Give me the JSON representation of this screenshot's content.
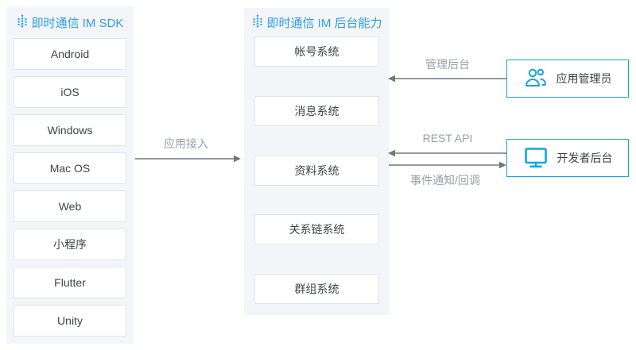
{
  "diagram": {
    "sdk_panel": {
      "title": "即时通信 IM SDK",
      "items": [
        "Android",
        "iOS",
        "Windows",
        "Mac OS",
        "Web",
        "小程序",
        "Flutter",
        "Unity"
      ]
    },
    "backend_panel": {
      "title": "即时通信 IM 后台能力",
      "items": [
        "帐号系统",
        "消息系统",
        "资料系统",
        "关系链系统",
        "群组系统"
      ]
    },
    "actors": {
      "admin": {
        "label": "应用管理员",
        "icon": "users-icon"
      },
      "developer": {
        "label": "开发者后台",
        "icon": "monitor-icon"
      }
    },
    "arrows": {
      "app_access": {
        "label": "应用接入",
        "direction": "left-to-right"
      },
      "admin_console": {
        "label": "管理后台",
        "direction": "right-to-left"
      },
      "rest_api": {
        "label": "REST API",
        "direction": "right-to-left"
      },
      "event_callback": {
        "label": "事件通知/回调",
        "direction": "left-to-right"
      }
    },
    "colors": {
      "accent_blue": "#14a4e3",
      "title_blue": "#2e9de2",
      "panel_bg": "#f4f5f8",
      "box_border": "#e2e3e6",
      "box_text": "#404347",
      "arrow_line": "#73777a",
      "arrow_label": "#9a9ea4"
    }
  }
}
